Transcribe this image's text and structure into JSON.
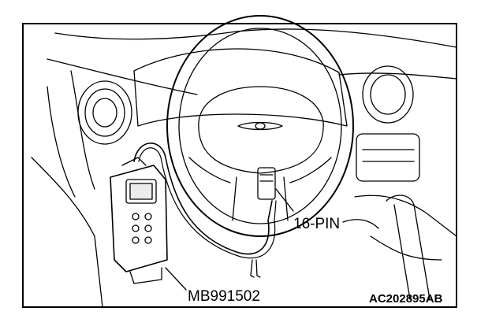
{
  "figure": {
    "labels": {
      "connector": "16-PIN",
      "tool": "MB991502",
      "figure_ref": "AC202895AB"
    },
    "colors": {
      "ink": "#000000",
      "paper": "#ffffff"
    }
  }
}
